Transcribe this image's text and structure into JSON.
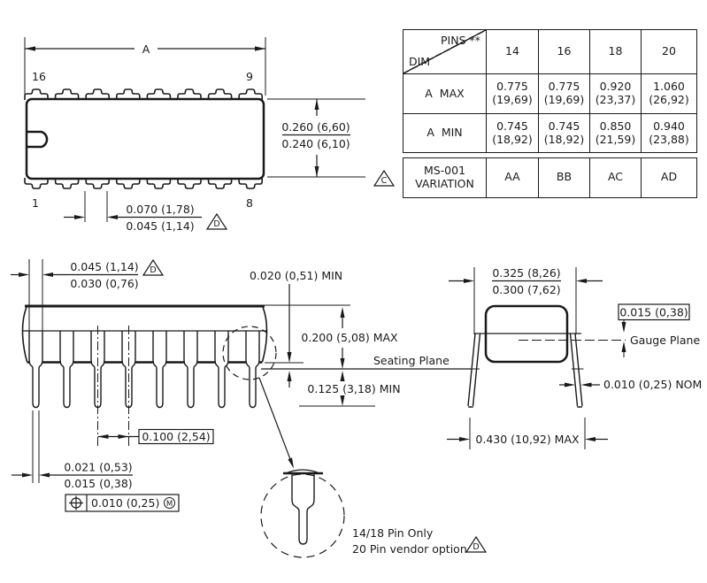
{
  "drawing": {
    "top_view": {
      "dim_a": "A",
      "pin_16": "16",
      "pin_9": "9",
      "pin_1": "1",
      "pin_8": "8",
      "body_width_max": "0.260 (6,60)",
      "body_width_min": "0.240 (6,10)",
      "lead_base_width_max": "0.070 (1,78)",
      "lead_base_width_min": "0.045 (1,14)",
      "flag_d": "D"
    },
    "table": {
      "corner_top": "PINS **",
      "corner_bottom": "DIM",
      "columns": [
        "14",
        "16",
        "18",
        "20"
      ],
      "rows": [
        {
          "label": "A  MAX",
          "values": [
            {
              "in": "0.775",
              "mm": "(19,69)"
            },
            {
              "in": "0.775",
              "mm": "(19,69)"
            },
            {
              "in": "0.920",
              "mm": "(23,37)"
            },
            {
              "in": "1.060",
              "mm": "(26,92)"
            }
          ]
        },
        {
          "label": "A  MIN",
          "values": [
            {
              "in": "0.745",
              "mm": "(18,92)"
            },
            {
              "in": "0.745",
              "mm": "(18,92)"
            },
            {
              "in": "0.850",
              "mm": "(21,59)"
            },
            {
              "in": "0.940",
              "mm": "(23,88)"
            }
          ]
        }
      ],
      "variation": {
        "flag": "C",
        "label_line1": "MS-001",
        "label_line2": "VARIATION",
        "values": [
          "AA",
          "BB",
          "AC",
          "AD"
        ]
      }
    },
    "side_view": {
      "shoulder_width_max": "0.045 (1,14)",
      "shoulder_width_min": "0.030 (0,76)",
      "flag_d": "D",
      "standoff": "0.020 (0,51) MIN",
      "body_height": "0.200 (5,08) MAX",
      "seating_plane": "Seating Plane",
      "lead_length": "0.125 (3,18) MIN",
      "pitch": "0.100 (2,54)",
      "lead_width_max": "0.021 (0,53)",
      "lead_width_min": "0.015 (0,38)",
      "position_tolerance": "0.010 (0,25)",
      "material_modifier": "M"
    },
    "end_view": {
      "row_span_max": "0.325 (8,26)",
      "row_span_min": "0.300 (7,62)",
      "gauge_offset": "0.015 (0,38)",
      "gauge_plane": "Gauge Plane",
      "lead_thickness": "0.010 (0,25) NOM",
      "overall_row_width": "0.430 (10,92) MAX"
    },
    "detail": {
      "note_line1": "14/18 Pin Only",
      "note_line2": "20 Pin vendor option",
      "flag_d": "D"
    }
  }
}
